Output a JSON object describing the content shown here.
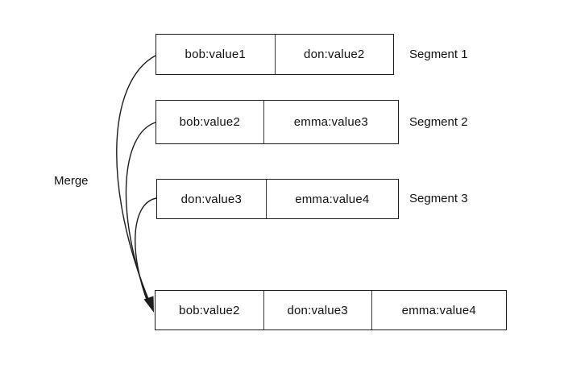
{
  "diagram": {
    "title_hint": "Segment merge diagram",
    "merge_label": "Merge",
    "segments": [
      {
        "label": "Segment 1",
        "cells": [
          "bob:value1",
          "don:value2"
        ]
      },
      {
        "label": "Segment 2",
        "cells": [
          "bob:value2",
          "emma:value3"
        ]
      },
      {
        "label": "Segment 3",
        "cells": [
          "don:value3",
          "emma:value4"
        ]
      }
    ],
    "merged": {
      "cells": [
        "bob:value2",
        "don:value3",
        "emma:value4"
      ]
    },
    "colors": {
      "line": "#1c1c1c",
      "background": "#ffffff",
      "text": "#111111"
    }
  }
}
